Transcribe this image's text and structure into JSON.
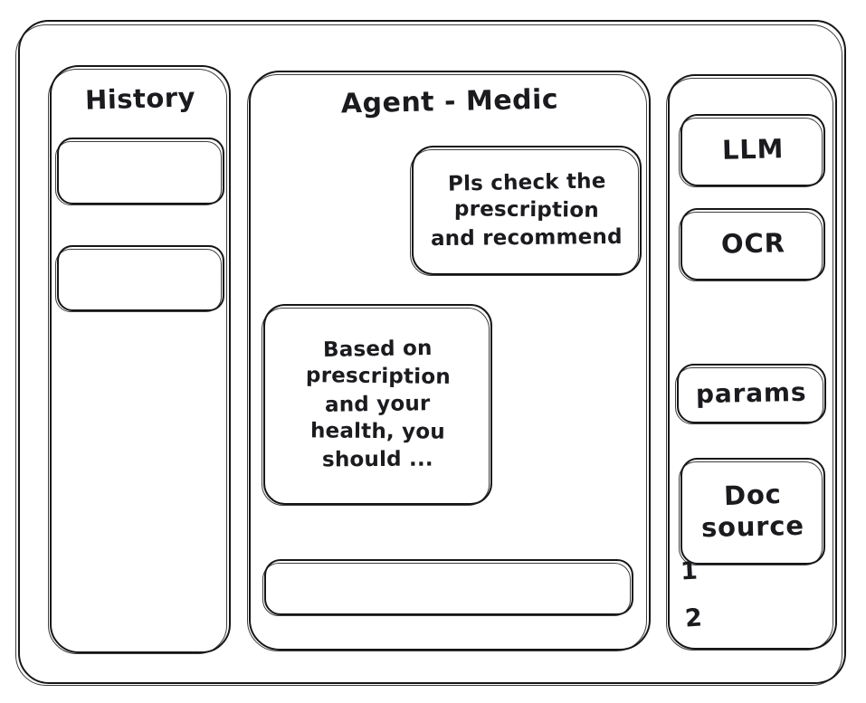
{
  "app": {
    "frame_name": "application-window"
  },
  "sidebar_left": {
    "title": "History",
    "items": [
      {
        "label": ""
      },
      {
        "label": ""
      }
    ]
  },
  "main": {
    "title": "Agent - Medic",
    "messages": [
      {
        "role": "user",
        "lines": [
          "Pls check the",
          "prescription",
          "and recommend"
        ]
      },
      {
        "role": "assistant",
        "lines": [
          "Based on",
          "prescription",
          "and your",
          "health, you",
          "should ..."
        ]
      }
    ],
    "composer": {
      "value": "",
      "placeholder": ""
    }
  },
  "sidebar_right": {
    "tools": [
      {
        "label": "LLM"
      },
      {
        "label": "OCR"
      },
      {
        "label": "params"
      }
    ],
    "doc_source": {
      "label_lines": [
        "Doc",
        "source"
      ],
      "items": [
        "1",
        "2"
      ]
    }
  },
  "style": {
    "ink": "#161618",
    "paper": "#ffffff"
  }
}
